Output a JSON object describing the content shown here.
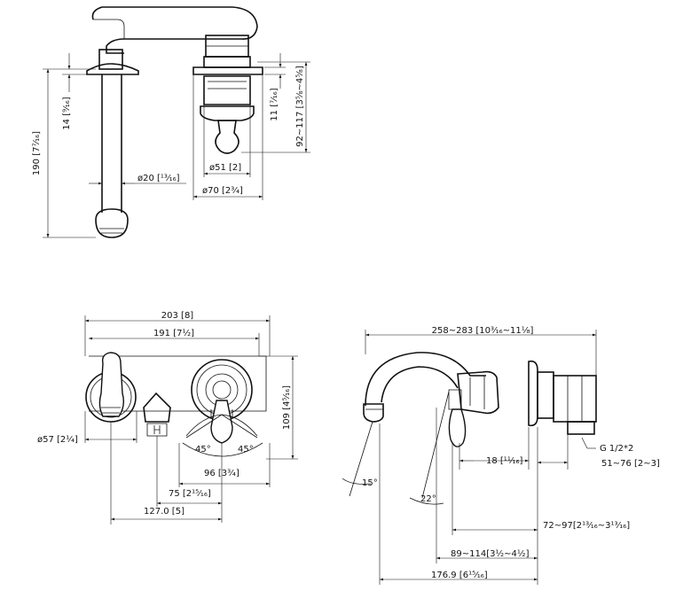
{
  "dimensions": {
    "top_overall_height": "190 [7⁷⁄₁₆]",
    "top_flange_thickness": "14 [⁹⁄₁₆]",
    "top_pipe_diameter": "ø20 [¹³⁄₁₆]",
    "top_cap_height": "11 [⁷⁄₁₆]",
    "top_body_range": "92~117 [3⁵⁄₈~4⁵⁄₈]",
    "top_body_diameter": "ø51 [2]",
    "top_flange_diameter": "ø70 [2³⁄₄]",
    "front_total_width": "203 [8]",
    "front_plate_width": "191 [7¹⁄₂]",
    "front_height": "109 [4⁵⁄₁₆]",
    "front_spout_diameter": "ø57 [2¹⁄₄]",
    "front_handle_plate": "96 [3³⁄₄]",
    "front_valve_offset": "75 [2¹⁵⁄₁₆]",
    "front_center_distance": "127.0 [5]",
    "front_angle_left": "45°",
    "front_angle_right": "45°",
    "side_overall_length": "258~283 [10³⁄₁₆~11¹⁄₈]",
    "side_connection": "G 1/2*2",
    "side_inlet_range": "51~76 [2~3]",
    "side_handle_offset": "18 [¹¹⁄₁₆]",
    "side_valve_range": "72~97[2¹³⁄₁₆~3¹³⁄₁₆]",
    "side_handle_range": "89~114[3¹⁄₂~4¹⁄₂]",
    "side_spout_projection": "176.9 [6¹⁵⁄₁₆]",
    "side_angle_spout": "15°",
    "side_angle_handle": "22°"
  }
}
